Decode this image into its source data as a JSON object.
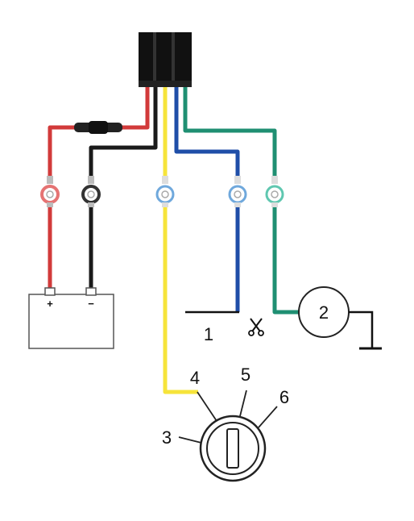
{
  "battery": {
    "positive_symbol": "+",
    "negative_symbol": "−"
  },
  "labels": {
    "n1": "1",
    "n2": "2",
    "n3": "3",
    "n4": "4",
    "n5": "5",
    "n6": "6"
  },
  "colors": {
    "red": "#d23a3a",
    "black": "#1a1a1a",
    "yellow": "#f6e43a",
    "blue": "#1f4ea8",
    "green": "#1f8f72",
    "ring_red": "#e57373",
    "ring_black": "#333333",
    "ring_blue": "#6fa8dc",
    "ring_green": "#5fc7b0"
  }
}
